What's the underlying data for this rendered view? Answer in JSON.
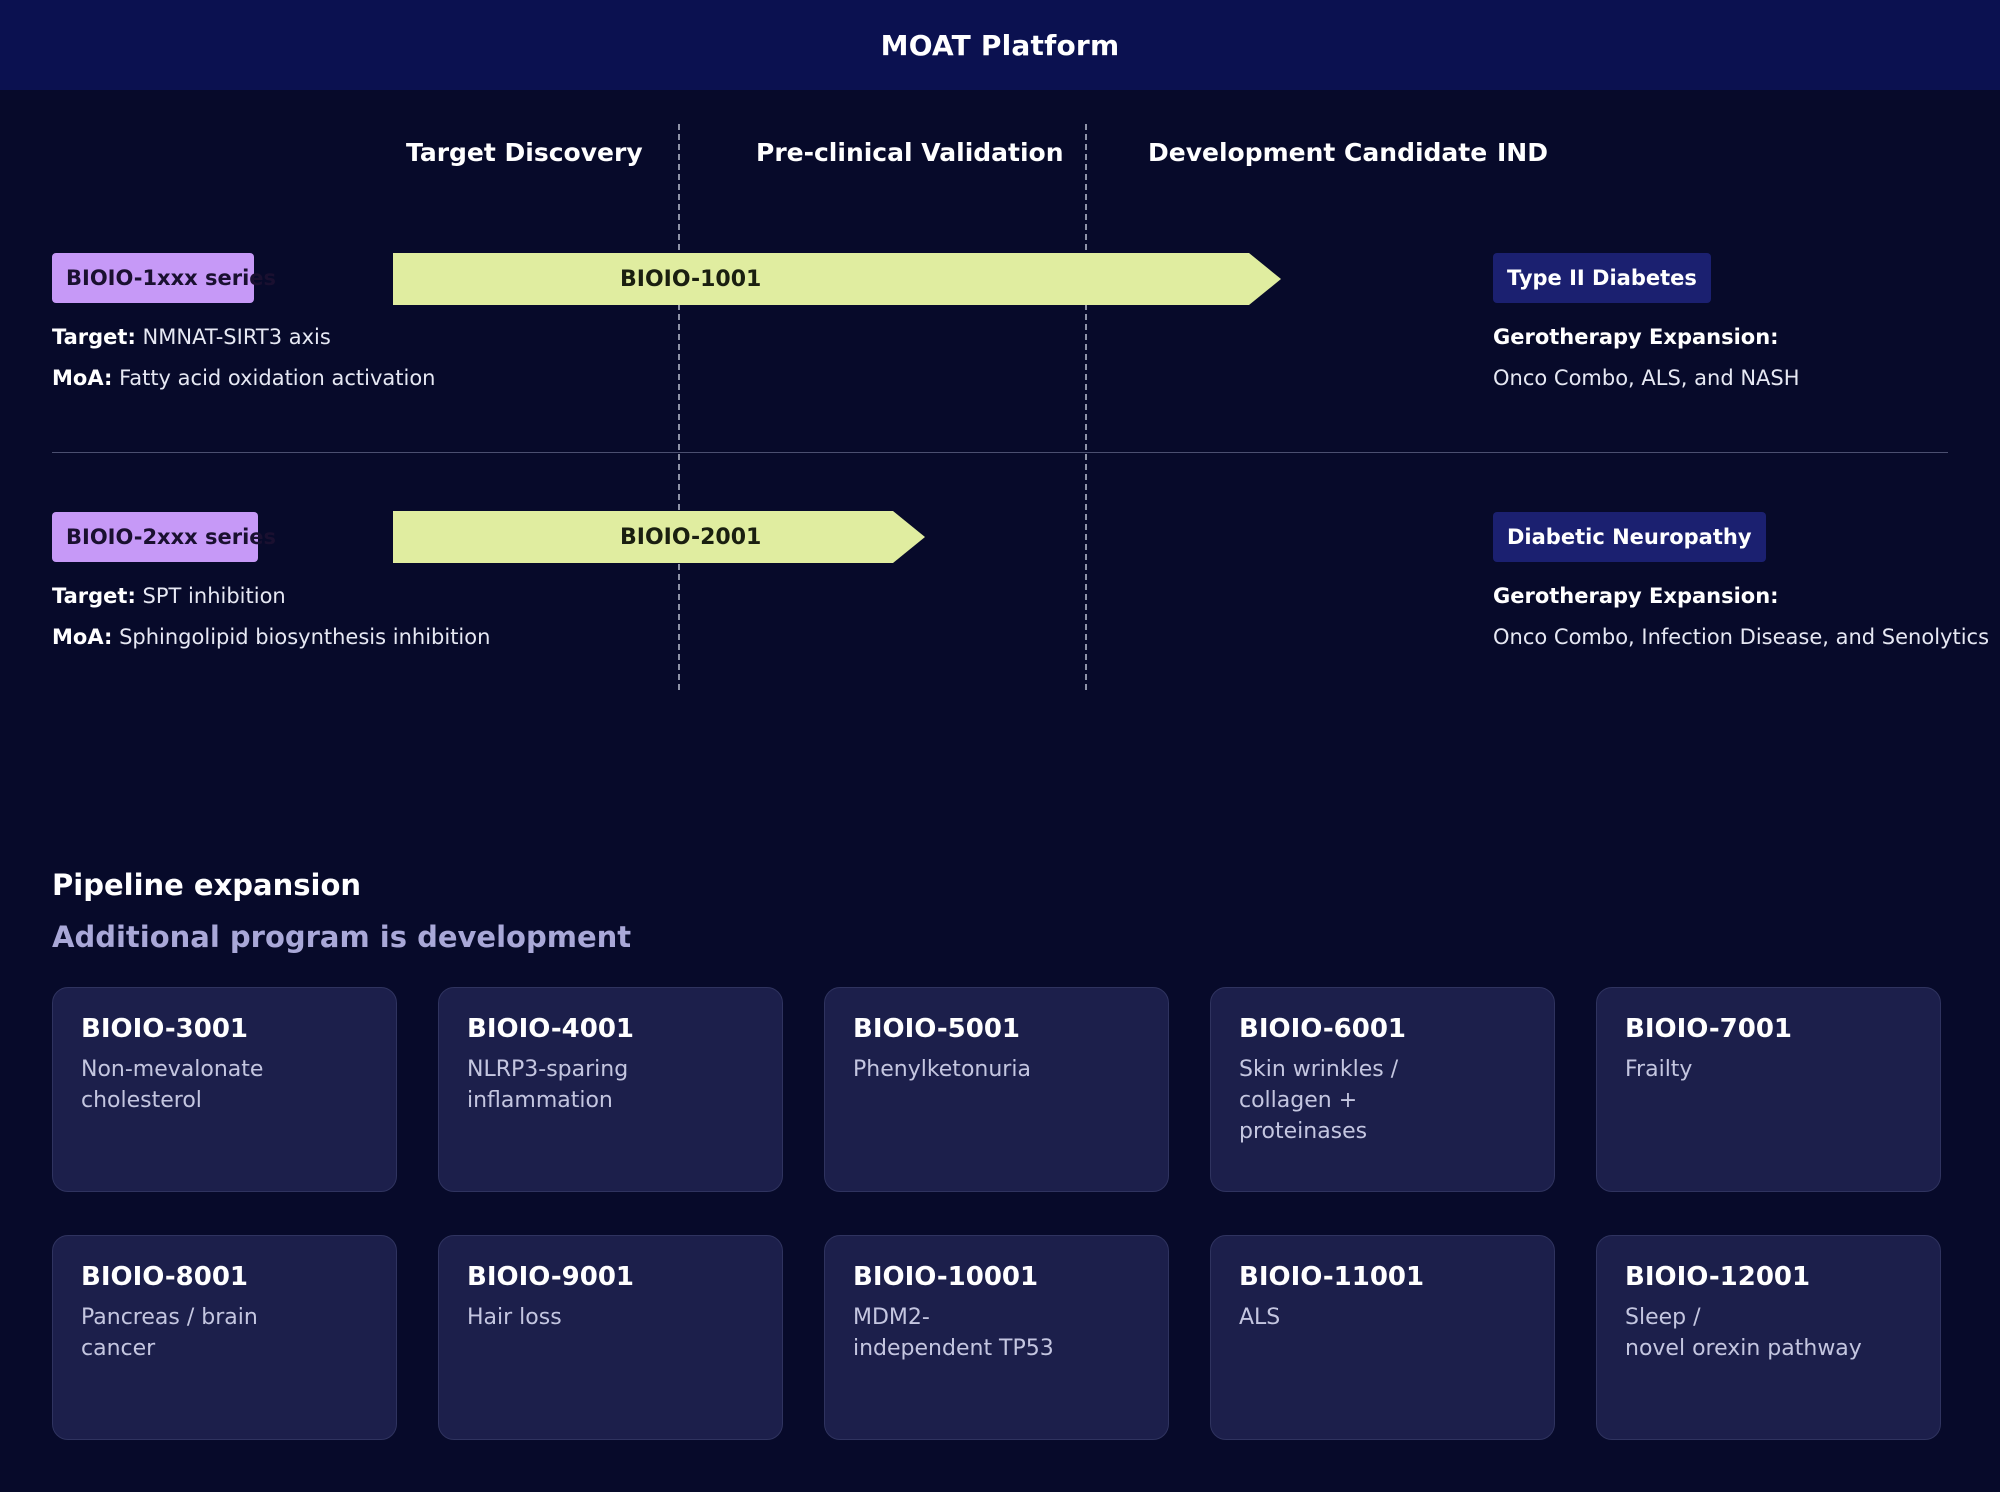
{
  "header": {
    "title": "MOAT Platform"
  },
  "stages": [
    "Target Discovery",
    "Pre-clinical Validation",
    "Development Candidate",
    "IND"
  ],
  "rows": [
    {
      "series": "BIOIO-1xxx series",
      "candidate": "BIOIO-1001",
      "target_label": "Target:",
      "target": "NMNAT-SIRT3 axis",
      "moa_label": "MoA:",
      "moa": "Fatty acid oxidation activation",
      "indication": "Type II Diabetes",
      "expansion_label": "Gerotherapy Expansion:",
      "expansion": "Onco Combo, ALS, and NASH"
    },
    {
      "series": "BIOIO-2xxx series",
      "candidate": "BIOIO-2001",
      "target_label": "Target:",
      "target": "SPT inhibition",
      "moa_label": "MoA:",
      "moa": "Sphingolipid biosynthesis inhibition",
      "indication": "Diabetic Neuropathy",
      "expansion_label": "Gerotherapy Expansion:",
      "expansion": "Onco Combo, Infection Disease, and Senolytics"
    }
  ],
  "pipeline": {
    "title": "Pipeline expansion",
    "subtitle": "Additional program is development",
    "programs": [
      {
        "id": "BIOIO-3001",
        "desc": "Non-mevalonate\ncholesterol"
      },
      {
        "id": "BIOIO-4001",
        "desc": "NLRP3-sparing\ninflammation"
      },
      {
        "id": "BIOIO-5001",
        "desc": "Phenylketonuria"
      },
      {
        "id": "BIOIO-6001",
        "desc": "Skin wrinkles /\ncollagen +\nproteinases"
      },
      {
        "id": "BIOIO-7001",
        "desc": "Frailty"
      },
      {
        "id": "BIOIO-8001",
        "desc": "Pancreas / brain\ncancer"
      },
      {
        "id": "BIOIO-9001",
        "desc": "Hair loss"
      },
      {
        "id": "BIOIO-10001",
        "desc": "MDM2-\nindependent TP53"
      },
      {
        "id": "BIOIO-11001",
        "desc": "ALS"
      },
      {
        "id": "BIOIO-12001",
        "desc": "Sleep /\nnovel orexin pathway"
      }
    ]
  }
}
